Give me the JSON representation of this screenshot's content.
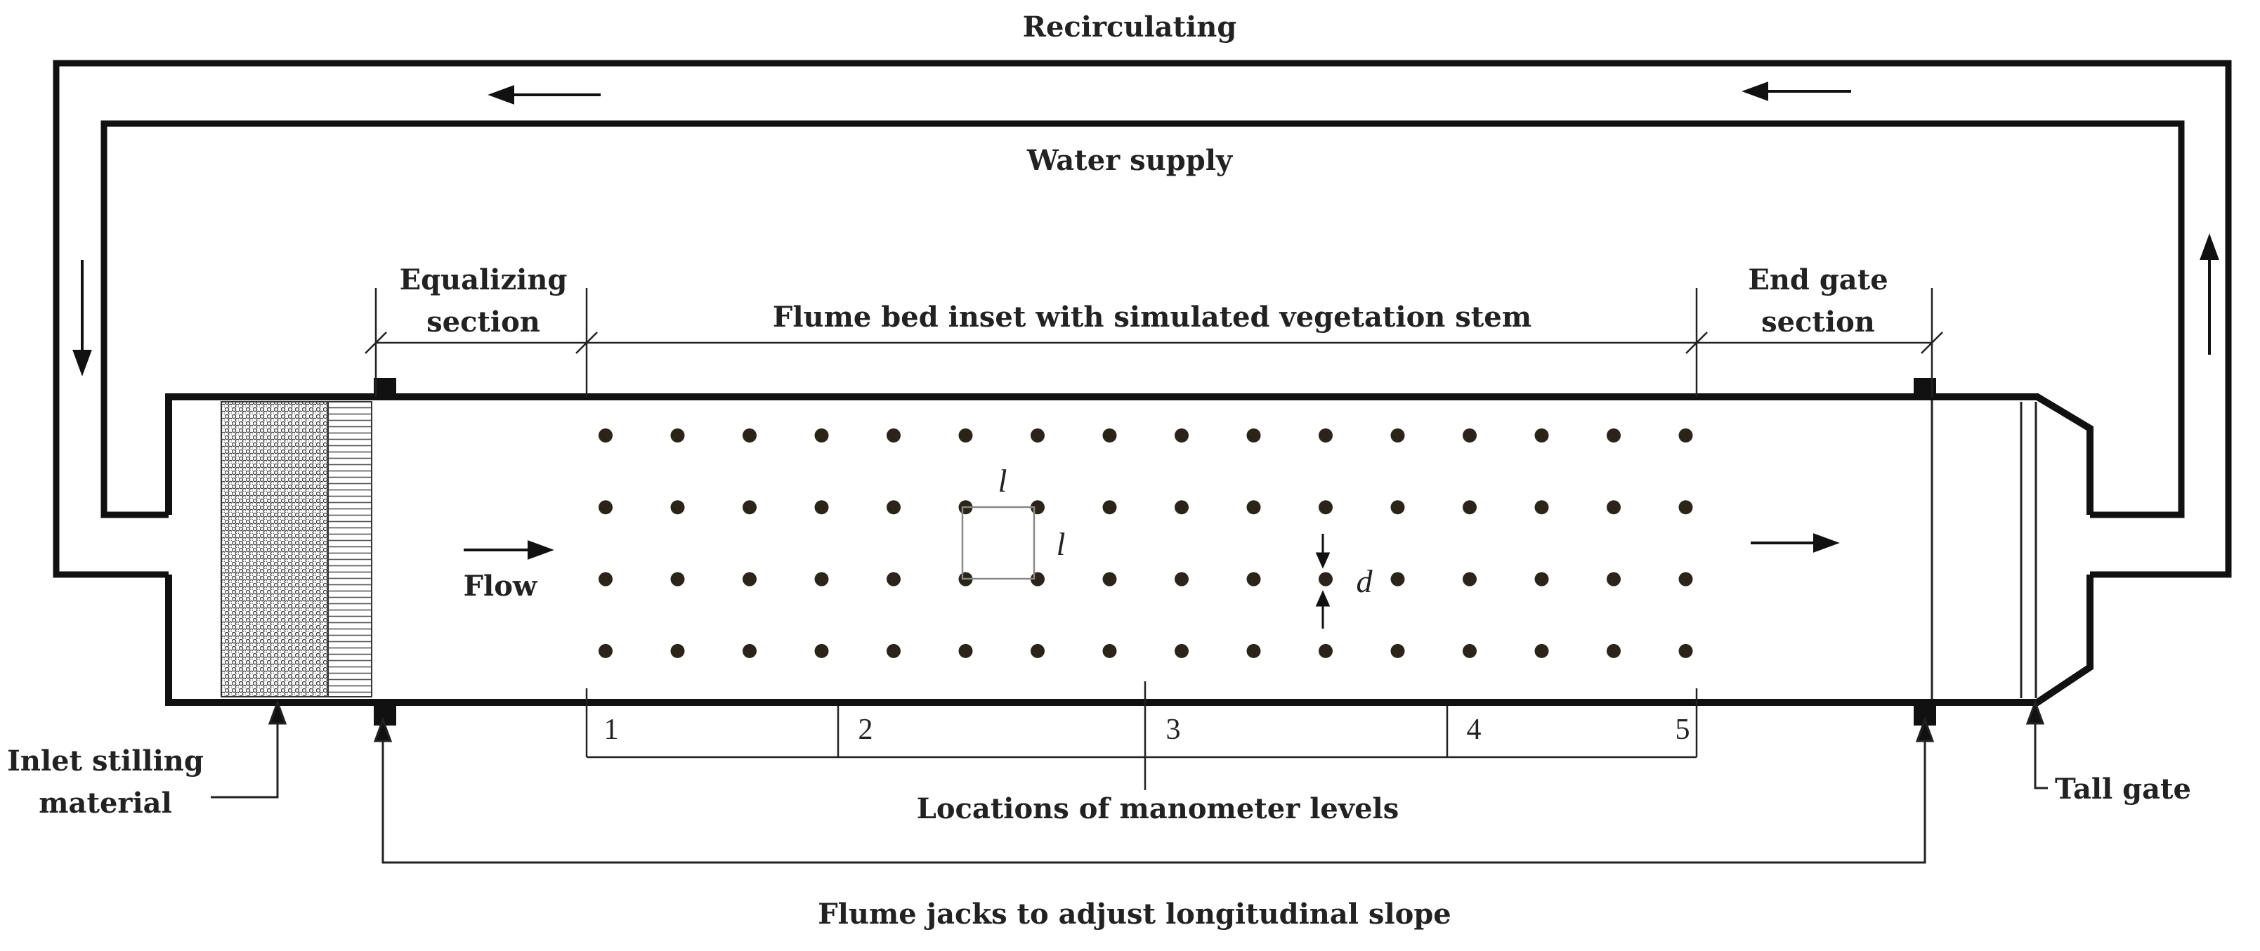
{
  "labels": {
    "recirculating": "Recirculating",
    "water_supply": "Water supply",
    "equalizing_line1": "Equalizing",
    "equalizing_line2": "section",
    "flume_bed": "Flume bed inset with simulated vegetation stem",
    "end_gate_line1": "End gate",
    "end_gate_line2": "section",
    "flow": "Flow",
    "spacing_l_top": "l",
    "spacing_l_side": "l",
    "diameter_d": "d",
    "inlet_line1": "Inlet stilling",
    "inlet_line2": "material",
    "tall_gate": "Tall gate",
    "manometer": "Locations of manometer levels",
    "jacks": "Flume jacks to adjust longitudinal slope"
  },
  "manometer_points": [
    "1",
    "2",
    "3",
    "4",
    "5"
  ],
  "stem_grid": {
    "rows": 4,
    "columns": 16
  },
  "colors": {
    "line": "#111111",
    "stem": "#2b2418",
    "hatch": "#555555",
    "thin": "#888888"
  }
}
